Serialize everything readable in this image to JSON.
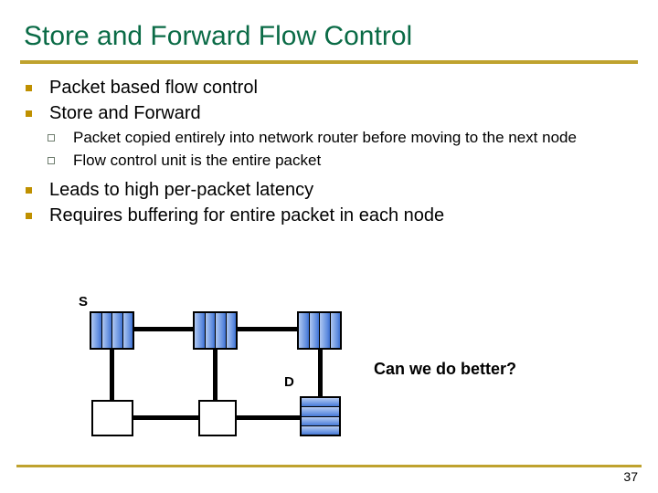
{
  "slide": {
    "title": "Store and Forward Flow Control",
    "page_number": "37",
    "title_color": "#0A6B46",
    "rule_color": "#BFA22E",
    "bullet1_color": "#BF9000",
    "bullet2_border_color": "#6E7D6E",
    "node_fill_color": "#5E8BDE",
    "node_border_color": "#000000"
  },
  "bullets": [
    {
      "level": 1,
      "text": "Packet based flow control"
    },
    {
      "level": 1,
      "text": "Store and Forward"
    },
    {
      "level": 2,
      "text": "Packet copied entirely into network router before moving to the next node"
    },
    {
      "level": 2,
      "text": "Flow control unit is the entire packet"
    },
    {
      "level": 1,
      "text": "Leads to high per-packet latency"
    },
    {
      "level": 1,
      "text": "Requires buffering for entire packet in each node"
    }
  ],
  "diagram": {
    "source_label": "S",
    "destination_label": "D",
    "question": "Can we do better?",
    "nodes": [
      {
        "id": "n-top-left",
        "fill": "striped-vertical",
        "slices": 4
      },
      {
        "id": "n-top-middle",
        "fill": "striped-vertical",
        "slices": 4
      },
      {
        "id": "n-top-right",
        "fill": "striped-vertical",
        "slices": 4
      },
      {
        "id": "n-bottom-left",
        "fill": "empty",
        "slices": 0
      },
      {
        "id": "n-bottom-middle",
        "fill": "empty",
        "slices": 0
      },
      {
        "id": "n-bottom-right",
        "fill": "striped-horizontal",
        "slices": 4
      }
    ],
    "links": [
      "top-left--top-middle",
      "top-middle--top-right",
      "top-left--bottom-left",
      "top-middle--bottom-middle",
      "top-right--bottom-right",
      "bottom-left--bottom-middle",
      "bottom-middle--bottom-right"
    ]
  }
}
